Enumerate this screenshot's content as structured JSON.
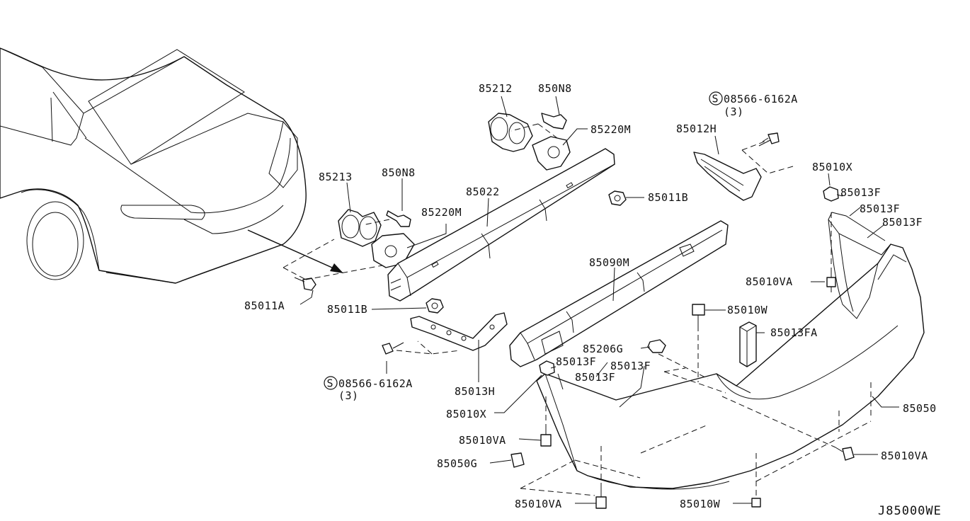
{
  "diagram_code": "J85000WE",
  "labels": {
    "p85212": "85212",
    "p850n8_top": "850N8",
    "p85220m_top": "85220M",
    "s_top": "S",
    "p08566_top": "08566-6162A",
    "qty_top": "(3)",
    "p85012h": "85012H",
    "p85010x_top": "85010X",
    "p85213": "85213",
    "p850n8_mid": "850N8",
    "p85022": "85022",
    "p85220m_mid": "85220M",
    "p85011b_top": "85011B",
    "p85013f_a": "85013F",
    "p85013f_b": "85013F",
    "p85013f_c": "85013F",
    "p85090m": "85090M",
    "p85010va_right": "85010VA",
    "p85011a": "85011A",
    "p85011b_mid": "85011B",
    "p85010w_mid": "85010W",
    "p85013fa": "85013FA",
    "p85206g": "85206G",
    "p85013f_d": "85013F",
    "p85013f_e": "85013F",
    "p85013f_f": "85013F",
    "s_bottom": "S",
    "p08566_bottom": "08566-6162A",
    "qty_bottom": "(3)",
    "p85013h": "85013H",
    "p85050": "85050",
    "p85010x_bottom": "85010X",
    "p85010va_left": "85010VA",
    "p85010va_lowright": "85010VA",
    "p85050g": "85050G",
    "p85010va_bottom": "85010VA",
    "p85010w_bottom": "85010W"
  }
}
